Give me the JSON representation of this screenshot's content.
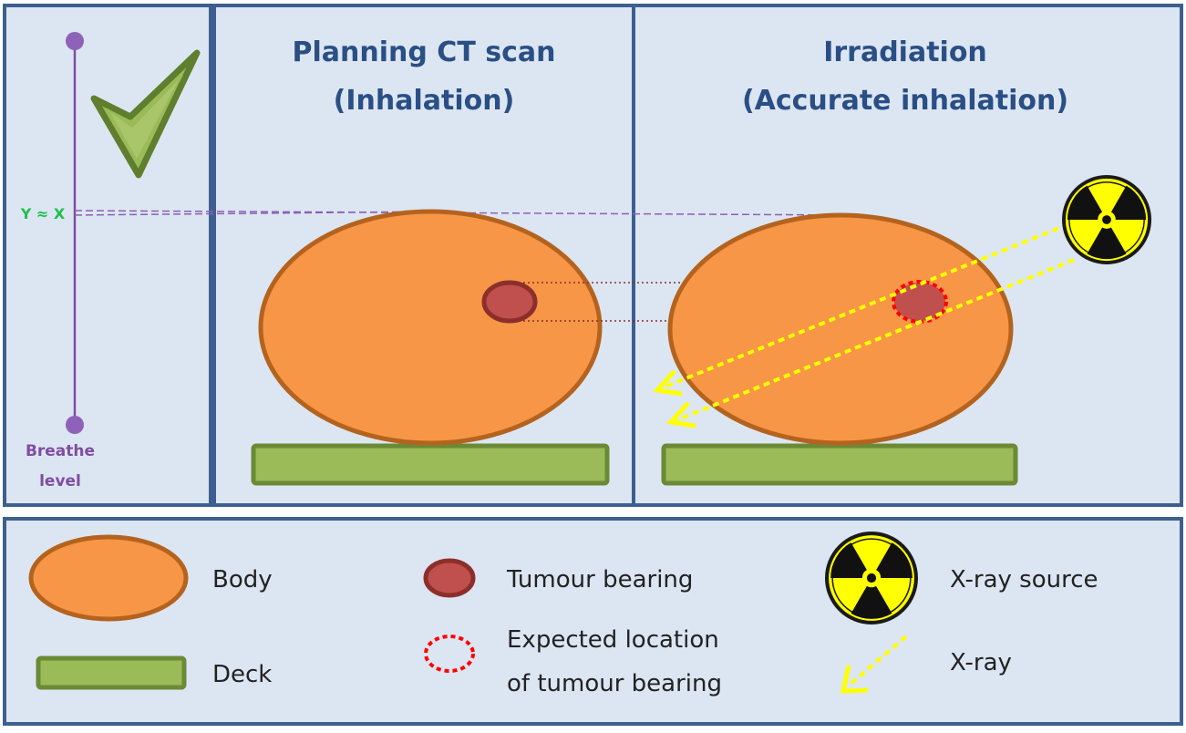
{
  "colors": {
    "panel_bg": "#dce6f2",
    "border": "#3d5f8f",
    "title": "#2a4f85",
    "body_fill": "#f79646",
    "body_stroke": "#b4631f",
    "tumour_fill": "#c0504d",
    "tumour_stroke": "#8c2f2c",
    "expected_stroke": "#ff0000",
    "deck_fill": "#9bbb59",
    "deck_stroke": "#6a8a35",
    "checkmark_fill": "#9bbb59",
    "breathe_line": "#7f4ea0",
    "guide_dash": "#8b5fb3",
    "mark_label": "#1fbf4f",
    "xray": "#ffff00",
    "xray_source_bg": "#ffff00"
  },
  "panels": {
    "breathe": {
      "label_line1": "Breathe",
      "label_line2": "level",
      "mark_label": "Y ≈ X",
      "check_icon": "checkmark-icon"
    },
    "planning": {
      "title_line1": "Planning CT scan",
      "title_line2": "(Inhalation)"
    },
    "irradiation": {
      "title_line1": "Irradiation",
      "title_line2": "(Accurate inhalation)",
      "source_icon": "radiation-icon"
    }
  },
  "legend": {
    "body": "Body",
    "deck": "Deck",
    "tumour": "Tumour bearing",
    "expected_line1": "Expected location",
    "expected_line2": "of tumour bearing",
    "xray_source": "X-ray source",
    "xray": "X-ray"
  }
}
